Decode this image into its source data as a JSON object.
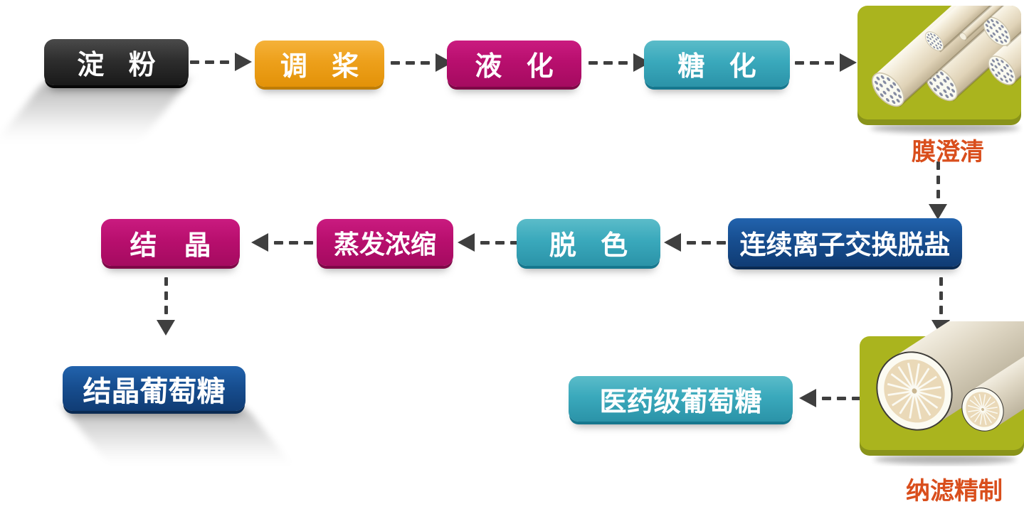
{
  "diagram": {
    "nodes": {
      "starch": {
        "label": "淀粉",
        "style": "black"
      },
      "slurry": {
        "label": "调桨",
        "style": "orange"
      },
      "liquefaction": {
        "label": "液化",
        "style": "magenta"
      },
      "saccharification": {
        "label": "糖化",
        "style": "teal"
      },
      "ion_exchange": {
        "label": "连续离子交换脱盐",
        "style": "blue"
      },
      "decolorization": {
        "label": "脱色",
        "style": "teal"
      },
      "evaporation": {
        "label": "蒸发浓缩",
        "style": "magenta"
      },
      "crystallization": {
        "label": "结晶",
        "style": "magenta"
      },
      "crystalline_glucose": {
        "label": "结晶葡萄糖",
        "style": "blue"
      },
      "pharma_glucose": {
        "label": "医药级葡萄糖",
        "style": "teal"
      }
    },
    "captions": {
      "membrane_clarification": "膜澄清",
      "nanofiltration_refining": "纳滤精制"
    },
    "images": {
      "ceramic_membrane": {
        "description": "ceramic membrane tubes on olive panel"
      },
      "spiral_membrane": {
        "description": "spiral wound nanofiltration membrane modules on olive panel"
      }
    },
    "edges": [
      {
        "from": "starch",
        "to": "slurry"
      },
      {
        "from": "slurry",
        "to": "liquefaction"
      },
      {
        "from": "liquefaction",
        "to": "saccharification"
      },
      {
        "from": "saccharification",
        "to": "membrane_clarification"
      },
      {
        "from": "membrane_clarification",
        "to": "ion_exchange"
      },
      {
        "from": "ion_exchange",
        "to": "decolorization"
      },
      {
        "from": "decolorization",
        "to": "evaporation"
      },
      {
        "from": "evaporation",
        "to": "crystallization"
      },
      {
        "from": "crystallization",
        "to": "crystalline_glucose"
      },
      {
        "from": "ion_exchange",
        "to": "nanofiltration_refining"
      },
      {
        "from": "nanofiltration_refining",
        "to": "pharma_glucose"
      }
    ],
    "styles": {
      "black": {
        "top": "#4b4b4b",
        "mid": "#2e2e2e",
        "bot": "#191919",
        "lip": "#060606"
      },
      "orange": {
        "top": "#f5b23a",
        "mid": "#eda01b",
        "bot": "#e39208",
        "lip": "#bf7d05"
      },
      "magenta": {
        "top": "#ca1b80",
        "mid": "#b80f6e",
        "bot": "#a50b60",
        "lip": "#7e0847"
      },
      "teal": {
        "top": "#5bbcc9",
        "mid": "#3aa9bc",
        "bot": "#2b93a8",
        "lip": "#16778e"
      },
      "blue": {
        "top": "#2263ad",
        "mid": "#174e90",
        "bot": "#103c74",
        "lip": "#0a2a52"
      }
    },
    "arrow_color": "#3f3f3f",
    "caption_color": "#d94e1c",
    "panel_color": "#aab41e",
    "panel_lip_color": "#89931a"
  }
}
